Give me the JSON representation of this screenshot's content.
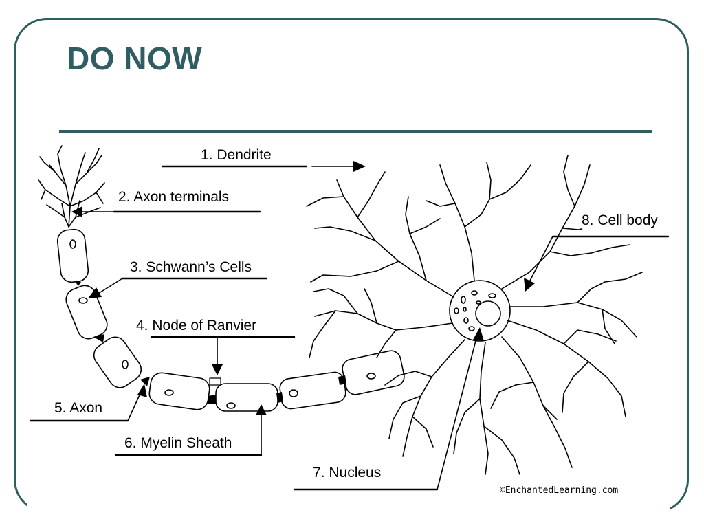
{
  "slide": {
    "title": "DO NOW",
    "accent_color": "#2f5d62"
  },
  "diagram": {
    "labels": {
      "dendrite": "1. Dendrite",
      "axon_terminals": "2. Axon terminals",
      "schwann_cells": "3. Schwann’s Cells",
      "node_of_ranvier": "4. Node of Ranvier",
      "axon": "5. Axon",
      "myelin_sheath": "6. Myelin Sheath",
      "nucleus": "7. Nucleus",
      "cell_body": "8. Cell body"
    },
    "credit": "©EnchantedLearning.com"
  }
}
